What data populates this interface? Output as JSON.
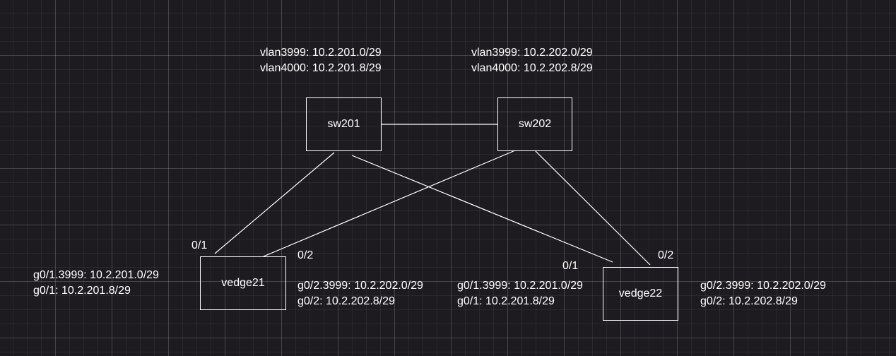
{
  "nodes": {
    "sw201": {
      "label": "sw201"
    },
    "sw202": {
      "label": "sw202"
    },
    "vedge21": {
      "label": "vedge21"
    },
    "vedge22": {
      "label": "vedge22"
    }
  },
  "annotations": {
    "sw201_subnets": [
      "vlan3999: 10.2.201.0/29",
      "vlan4000: 10.2.201.8/29"
    ],
    "sw202_subnets": [
      "vlan3999: 10.2.202.0/29",
      "vlan4000: 10.2.202.8/29"
    ],
    "vedge21_g01": [
      "g0/1.3999: 10.2.201.0/29",
      "g0/1: 10.2.201.8/29"
    ],
    "vedge21_g02": [
      "g0/2.3999: 10.2.202.0/29",
      "g0/2: 10.2.202.8/29"
    ],
    "vedge22_g01": [
      "g0/1.3999: 10.2.201.0/29",
      "g0/1: 10.2.201.8/29"
    ],
    "vedge22_g02": [
      "g0/2.3999: 10.2.202.0/29",
      "g0/2: 10.2.202.8/29"
    ]
  },
  "ports": {
    "vedge21_p1": "0/1",
    "vedge21_p2": "0/2",
    "vedge22_p1": "0/1",
    "vedge22_p2": "0/2"
  },
  "links": [
    {
      "from": "sw201",
      "to": "sw202"
    },
    {
      "from": "sw201",
      "to": "vedge21",
      "port": "0/1"
    },
    {
      "from": "sw202",
      "to": "vedge21",
      "port": "0/2"
    },
    {
      "from": "sw201",
      "to": "vedge22",
      "port": "0/1"
    },
    {
      "from": "sw202",
      "to": "vedge22",
      "port": "0/2"
    }
  ],
  "colors": {
    "background": "#1e1b20",
    "stroke": "#ffffff",
    "text": "#ffffff"
  }
}
